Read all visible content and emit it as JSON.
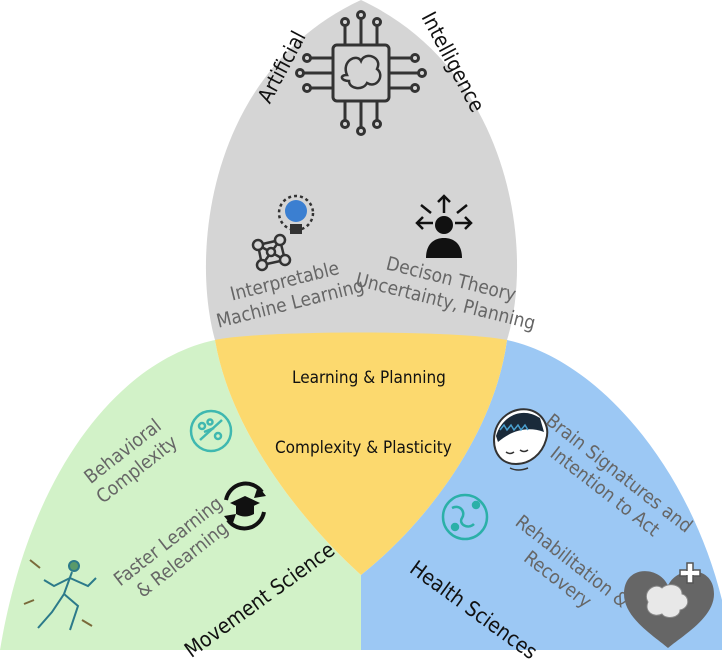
{
  "regions": {
    "ai": {
      "word1": "Artificial",
      "word2": "Intelligence",
      "color": "#d5d5d5"
    },
    "movement": {
      "label": "Movement Science",
      "color": "#d2f2c8"
    },
    "health": {
      "label": "Health Sciences",
      "color": "#9cc8f4"
    },
    "overlap_color": "#fcd96e"
  },
  "ai_items": [
    {
      "line1": "Interpretable",
      "line2": "Machine Learning"
    },
    {
      "line1": "Decison Theory",
      "line2": "Uncertainty, Planning"
    }
  ],
  "center_items": [
    "Learning & Planning",
    "Complexity & Plasticity"
  ],
  "movement_items": [
    {
      "line1": "Behavioral",
      "line2": "Complexity"
    },
    {
      "line1": "Faster Learning",
      "line2": "& Relearning"
    }
  ],
  "health_items": [
    {
      "line1": "Brain Signatures and",
      "line2": "Intention to Act"
    },
    {
      "line1": "Rehabilitation &",
      "line2": "Recovery"
    }
  ],
  "icons": [
    "chip-brain-icon",
    "lightbulb-network-icon",
    "decision-person-icon",
    "molecule-icon",
    "cycle-graduation-icon",
    "runner-figure-icon",
    "eeg-head-icon",
    "rehab-molecule-icon",
    "heart-brain-plus-icon"
  ]
}
